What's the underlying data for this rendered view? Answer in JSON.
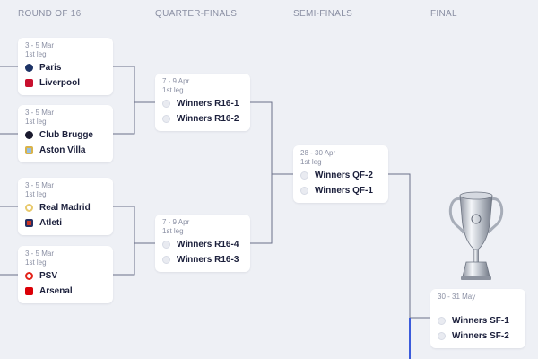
{
  "rounds": {
    "r16": "ROUND OF 16",
    "qf": "QUARTER-FINALS",
    "sf": "SEMI-FINALS",
    "final": "FINAL"
  },
  "matches": {
    "r16_1": {
      "date": "3 - 5 Mar",
      "leg": "1st leg",
      "home": {
        "name": "Paris",
        "icon": "psg-crest-icon",
        "color": "#1d3366"
      },
      "away": {
        "name": "Liverpool",
        "icon": "liverpool-crest-icon",
        "color": "#c8102e"
      }
    },
    "r16_2": {
      "date": "3 - 5 Mar",
      "leg": "1st leg",
      "home": {
        "name": "Club Brugge",
        "icon": "club-brugge-crest-icon",
        "color": "#1a1a2e"
      },
      "away": {
        "name": "Aston Villa",
        "icon": "aston-villa-crest-icon",
        "color": "#95bfe5"
      }
    },
    "r16_3": {
      "date": "3 - 5 Mar",
      "leg": "1st leg",
      "home": {
        "name": "Real Madrid",
        "icon": "real-madrid-crest-icon",
        "color": "#e8c96b"
      },
      "away": {
        "name": "Atleti",
        "icon": "atletico-crest-icon",
        "color": "#cb3524"
      }
    },
    "r16_4": {
      "date": "3 - 5 Mar",
      "leg": "1st leg",
      "home": {
        "name": "PSV",
        "icon": "psv-crest-icon",
        "color": "#e32219"
      },
      "away": {
        "name": "Arsenal",
        "icon": "arsenal-crest-icon",
        "color": "#db0007"
      }
    },
    "qf_1": {
      "date": "7 - 9 Apr",
      "leg": "1st leg",
      "home": {
        "name": "Winners R16-1"
      },
      "away": {
        "name": "Winners R16-2"
      }
    },
    "qf_2": {
      "date": "7 - 9 Apr",
      "leg": "1st leg",
      "home": {
        "name": "Winners R16-4"
      },
      "away": {
        "name": "Winners R16-3"
      }
    },
    "sf_1": {
      "date": "28 - 30 Apr",
      "leg": "1st leg",
      "home": {
        "name": "Winners QF-2"
      },
      "away": {
        "name": "Winners QF-1"
      }
    },
    "final": {
      "date": "30 - 31 May",
      "home": {
        "name": "Winners SF-1"
      },
      "away": {
        "name": "Winners SF-2"
      }
    }
  },
  "colors": {
    "background": "#eef0f5",
    "connector": "#6b7089",
    "accent_line": "#3b5bdb",
    "placeholder_badge": "#e9ebf1"
  },
  "trophy": {
    "icon": "champions-league-trophy-icon"
  }
}
